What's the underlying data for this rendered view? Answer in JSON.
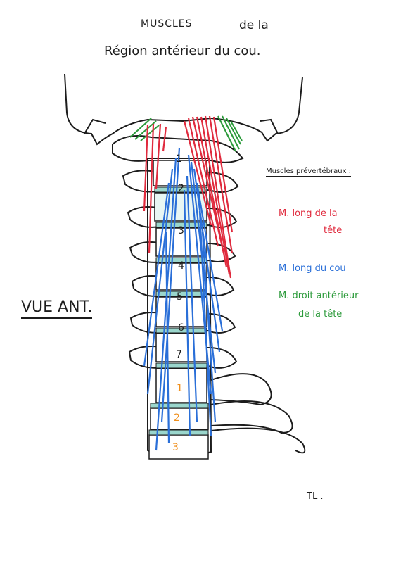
{
  "title": {
    "line1_a": "MUSCLES",
    "line1_b": "de la",
    "line2": "Région antérieur du cou."
  },
  "view_label": "VUE ANT.",
  "legend": {
    "heading": "Muscles prévertébraux :",
    "red_line1": "M. long de la",
    "red_line2": "tête",
    "blue": "M. long du cou",
    "green_line1": "M. droit antérieur",
    "green_line2": "de la tête",
    "colors": {
      "red": "#e02a3d",
      "blue": "#2a6fd8",
      "green": "#2b9a3a"
    }
  },
  "vertebrae": {
    "cervical": [
      "1",
      "2",
      "3",
      "4",
      "5",
      "6",
      "7"
    ],
    "thoracic": [
      "1",
      "2",
      "3"
    ]
  },
  "signature": "TL ."
}
